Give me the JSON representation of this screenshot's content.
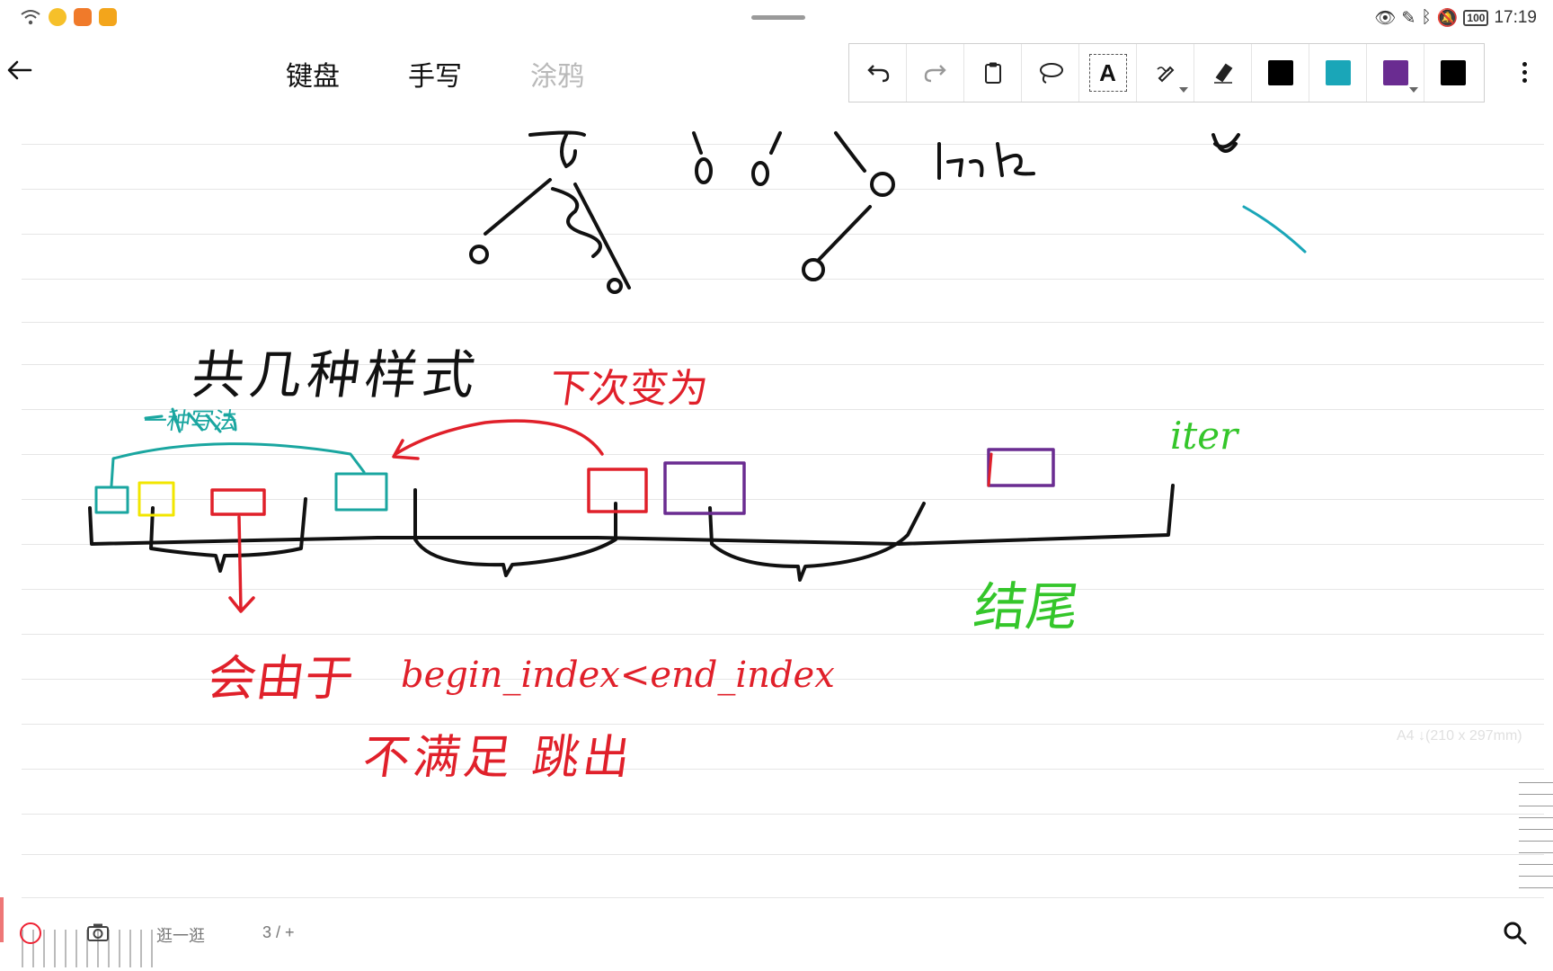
{
  "status_bar": {
    "time": "17:19",
    "battery": "100"
  },
  "header": {
    "tabs": [
      {
        "label": "键盘",
        "state": "normal"
      },
      {
        "label": "手写",
        "state": "normal"
      },
      {
        "label": "涂鸦",
        "state": "disabled"
      }
    ]
  },
  "toolbar": {
    "tools": [
      "undo-icon",
      "redo-icon",
      "clipboard-icon",
      "lasso-icon",
      "text-icon",
      "pen-style-icon",
      "eraser-icon"
    ],
    "text_tool_label": "A",
    "colors": [
      "#000000",
      "#1aa6b8",
      "#6a2c91",
      "#000000"
    ]
  },
  "canvas": {
    "page_size_label": "A4 ↓(210 x 297mm)",
    "ink_colors": {
      "black": "#111111",
      "red": "#e0202a",
      "teal": "#1aa6a0",
      "yellow": "#f2e600",
      "purple": "#6a2c91",
      "green": "#34c62a"
    },
    "handwriting": {
      "top_word": "invk",
      "title": "共几种样式",
      "teal_note": "一种写法",
      "red_arrow_note": "下次变为",
      "red_note_1": "会由于",
      "red_condition": "begin_index<end_index",
      "red_note_2": "不满足 跳出",
      "green_label": "iter",
      "green_note": "结尾"
    }
  },
  "bottom_bar": {
    "browse_label": "逛一逛",
    "page_label": "3 / +"
  }
}
